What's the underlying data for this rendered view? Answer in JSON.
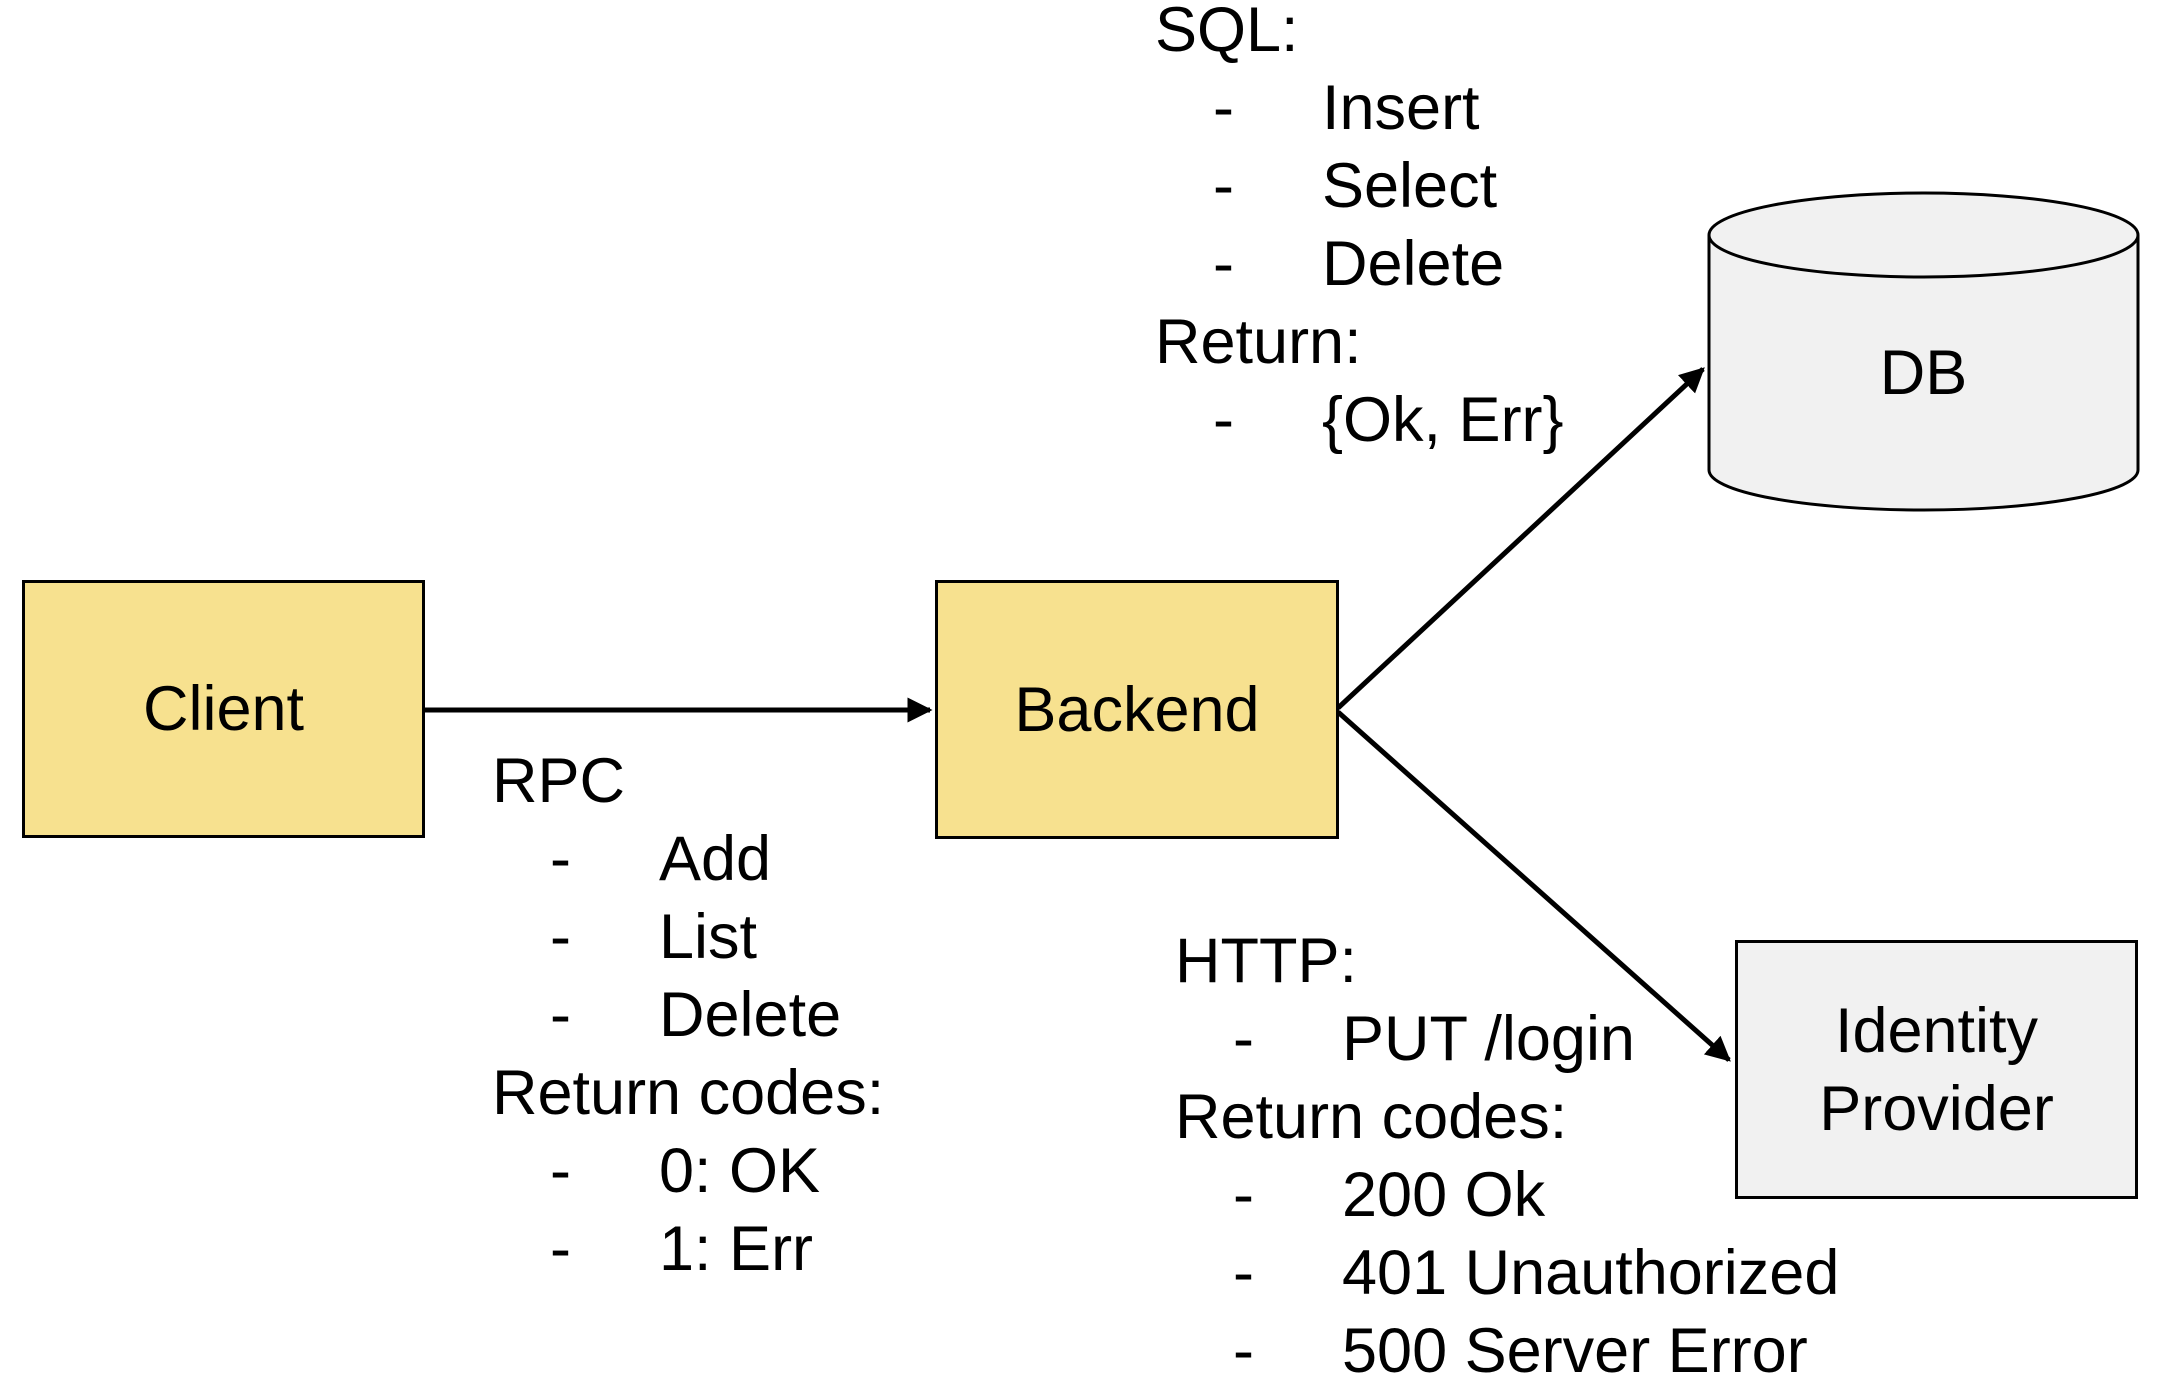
{
  "colors": {
    "background": "#FFFFFF",
    "node_fill": "#F7E18F",
    "shape_fill": "#F1F1F1",
    "stroke": "#000000"
  },
  "bullet": "-",
  "nodes": {
    "client": {
      "label": "Client"
    },
    "backend": {
      "label": "Backend"
    },
    "db": {
      "label": "DB"
    },
    "identity_provider": {
      "label": "Identity Provider"
    }
  },
  "annotations": {
    "rpc": {
      "title": "RPC",
      "bullets1": [
        "Add",
        "List",
        "Delete"
      ],
      "subtitle": "Return codes:",
      "bullets2": [
        "0: OK",
        "1: Err"
      ]
    },
    "sql": {
      "title": "SQL:",
      "bullets1": [
        "Insert",
        "Select",
        "Delete"
      ],
      "subtitle": "Return:",
      "bullets2": [
        "{Ok, Err}"
      ]
    },
    "http": {
      "title": "HTTP:",
      "bullets1": [
        "PUT /login"
      ],
      "subtitle": "Return codes:",
      "bullets2": [
        "200 Ok",
        "401 Unauthorized",
        "500 Server Error"
      ]
    }
  }
}
